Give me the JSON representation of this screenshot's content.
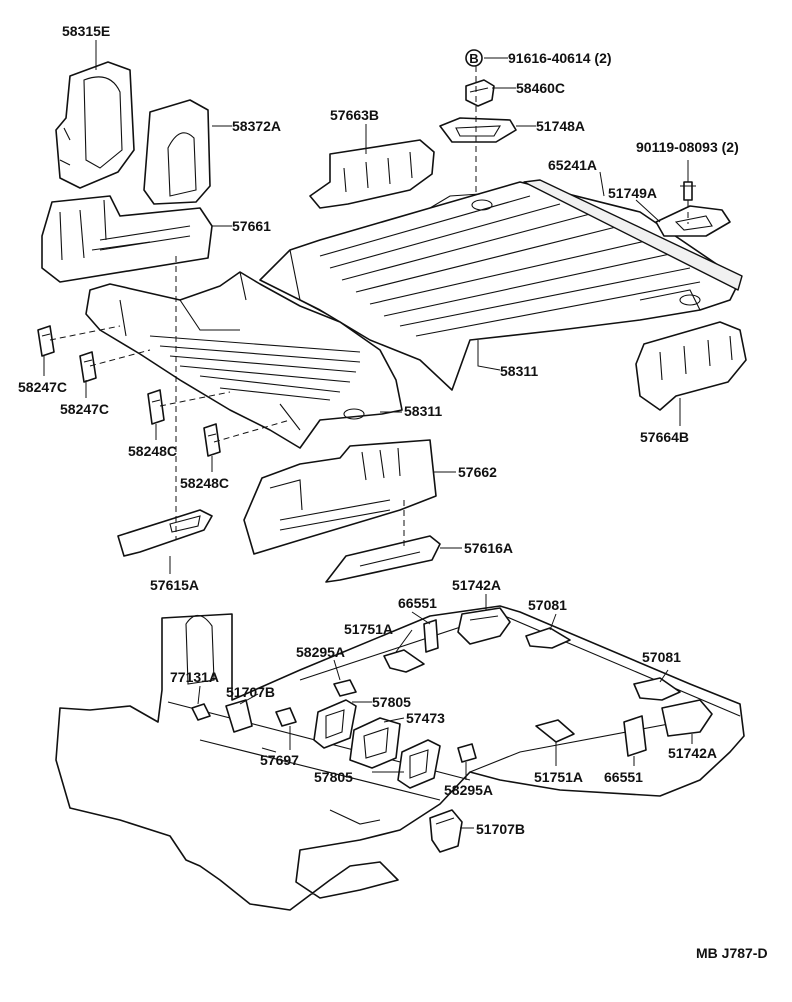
{
  "diagram": {
    "reference_code": "MB J787-D",
    "bolt_symbol": "B",
    "labels": {
      "p58315E": "58315E",
      "p58372A": "58372A",
      "p57661": "57661",
      "p57663B": "57663B",
      "p91616": "91616-40614 (2)",
      "p58460C": "58460C",
      "p51748A": "51748A",
      "p90119": "90119-08093 (2)",
      "p65241A": "65241A",
      "p51749A": "51749A",
      "p58311_upper": "58311",
      "p58311_lower": "58311",
      "p57664B": "57664B",
      "p58247C_a": "58247C",
      "p58247C_b": "58247C",
      "p58248C_a": "58248C",
      "p58248C_b": "58248C",
      "p57662": "57662",
      "p57616A": "57616A",
      "p57615A": "57615A",
      "p66551_a": "66551",
      "p51742A_a": "51742A",
      "p57081_a": "57081",
      "p51751A_a": "51751A",
      "p58295A_a": "58295A",
      "p77131A": "77131A",
      "p51707B_a": "51707B",
      "p57805_a": "57805",
      "p57473": "57473",
      "p57697": "57697",
      "p57805_b": "57805",
      "p58295A_b": "58295A",
      "p51751A_b": "51751A",
      "p66551_b": "66551",
      "p57081_b": "57081",
      "p51742A_b": "51742A",
      "p51707B_b": "51707B"
    }
  }
}
